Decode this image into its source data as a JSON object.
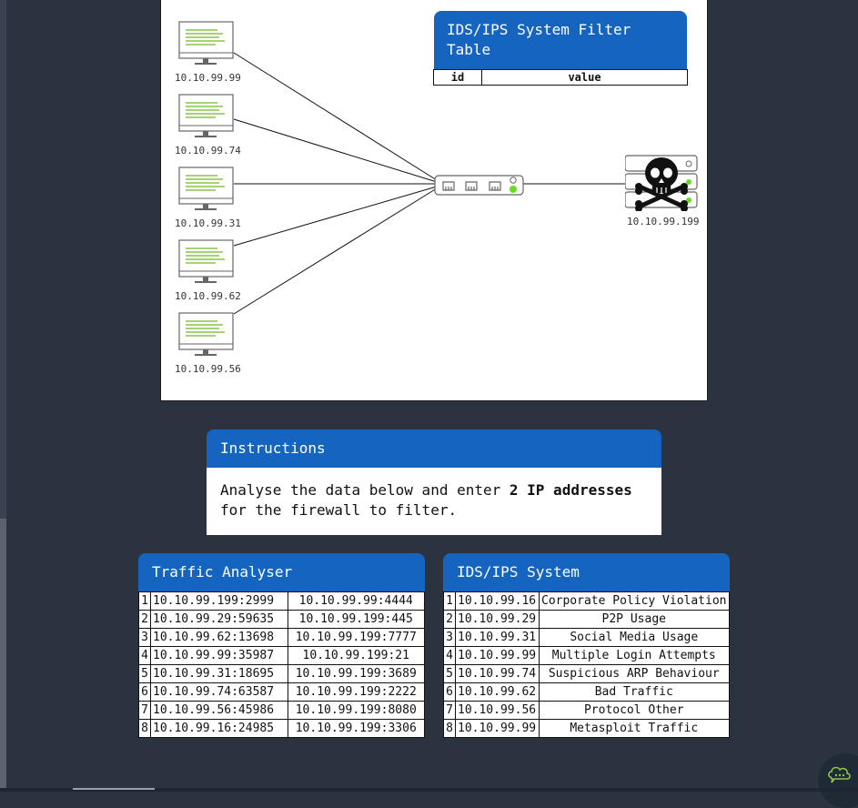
{
  "network": {
    "hosts": [
      {
        "ip": "10.10.99.99"
      },
      {
        "ip": "10.10.99.74"
      },
      {
        "ip": "10.10.99.31"
      },
      {
        "ip": "10.10.99.62"
      },
      {
        "ip": "10.10.99.56"
      }
    ],
    "server_ip": "10.10.99.199"
  },
  "filter_table": {
    "title": "IDS/IPS System Filter Table",
    "col_id": "id",
    "col_value": "value"
  },
  "instructions": {
    "title": "Instructions",
    "text_before": "Analyse the data below and enter ",
    "text_bold": "2 IP addresses",
    "text_after": " for the firewall to filter."
  },
  "traffic": {
    "title": "Traffic Analyser",
    "rows": [
      {
        "n": "1",
        "src": "10.10.99.199:2999",
        "dst": "10.10.99.99:4444"
      },
      {
        "n": "2",
        "src": "10.10.99.29:59635",
        "dst": "10.10.99.199:445"
      },
      {
        "n": "3",
        "src": "10.10.99.62:13698",
        "dst": "10.10.99.199:7777"
      },
      {
        "n": "4",
        "src": "10.10.99.99:35987",
        "dst": "10.10.99.199:21"
      },
      {
        "n": "5",
        "src": "10.10.99.31:18695",
        "dst": "10.10.99.199:3689"
      },
      {
        "n": "6",
        "src": "10.10.99.74:63587",
        "dst": "10.10.99.199:2222"
      },
      {
        "n": "7",
        "src": "10.10.99.56:45986",
        "dst": "10.10.99.199:8080"
      },
      {
        "n": "8",
        "src": "10.10.99.16:24985",
        "dst": "10.10.99.199:3306"
      }
    ]
  },
  "ids": {
    "title": "IDS/IPS System",
    "rows": [
      {
        "n": "1",
        "ip": "10.10.99.16",
        "event": "Corporate Policy Violation"
      },
      {
        "n": "2",
        "ip": "10.10.99.29",
        "event": "P2P Usage"
      },
      {
        "n": "3",
        "ip": "10.10.99.31",
        "event": "Social Media Usage"
      },
      {
        "n": "4",
        "ip": "10.10.99.99",
        "event": "Multiple Login Attempts"
      },
      {
        "n": "5",
        "ip": "10.10.99.74",
        "event": "Suspicious ARP Behaviour"
      },
      {
        "n": "6",
        "ip": "10.10.99.62",
        "event": "Bad Traffic"
      },
      {
        "n": "7",
        "ip": "10.10.99.56",
        "event": "Protocol Other"
      },
      {
        "n": "8",
        "ip": "10.10.99.99",
        "event": "Metasploit Traffic"
      }
    ]
  },
  "icons": {
    "host": "monitor-icon",
    "switch": "network-switch-icon",
    "server": "skull-crossbones-icon",
    "chat": "chat-bubble-icon"
  },
  "colors": {
    "accent": "#1565c0",
    "background": "#2b3341",
    "screen_lines": "#8bc34a",
    "led": "#66dd22"
  }
}
